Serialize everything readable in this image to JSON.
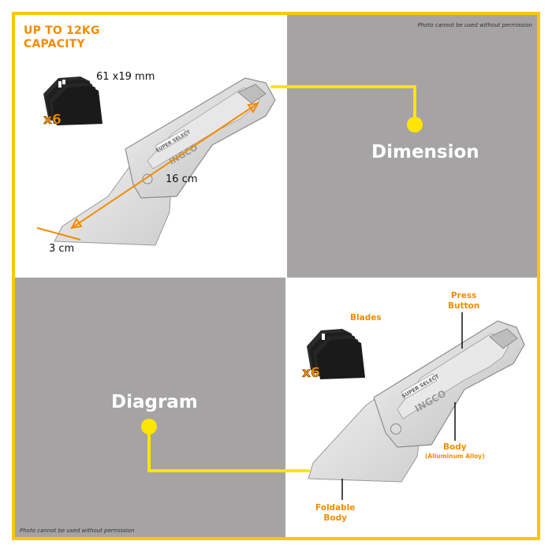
{
  "colors": {
    "frame_border": "#FFC800",
    "panel_grey": "#A5A3A4",
    "accent_orange": "#F28C00",
    "connector_yellow": "#FFE500",
    "heading_white": "#FFFFFF"
  },
  "top_left": {
    "capacity_line1": "UP TO 12KG",
    "capacity_line2": "CAPACITY",
    "blade_size": "61 x19 mm",
    "blade_count": "x6",
    "length_label": "16 cm",
    "width_label": "3 cm",
    "knife_brand": "INGCO",
    "knife_series": "SUPER SELECT"
  },
  "top_right": {
    "permission_note": "Photo cannot be used without permission",
    "heading": "Dimension",
    "connector_icon": "connector-dot-icon"
  },
  "bottom_left": {
    "heading": "Diagram",
    "permission_note": "Photo cannot be used without permission",
    "connector_icon": "connector-dot-icon"
  },
  "bottom_right": {
    "blades_label": "Blades",
    "blade_count": "x6",
    "press_button_line1": "Press",
    "press_button_line2": "Button",
    "body_label": "Body",
    "body_material": "(Alluminum Alloy)",
    "foldable_line1": "Foldable",
    "foldable_line2": "Body",
    "knife_brand": "INGCO",
    "knife_series": "SUPER SELECT"
  }
}
